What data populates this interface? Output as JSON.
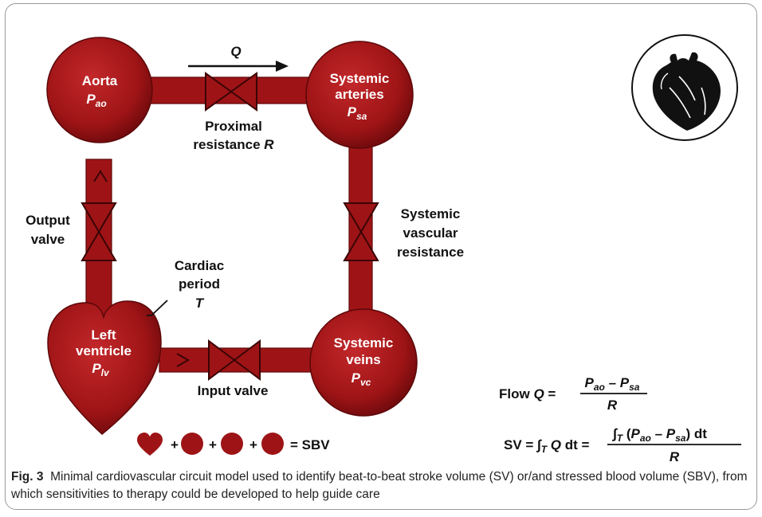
{
  "labels": {
    "flow_symbol": "Q",
    "aorta": "Aorta",
    "p_ao_main": "P",
    "p_ao_sub": "ao",
    "systemic_arteries_1": "Systemic",
    "systemic_arteries_2": "arteries",
    "p_sa_main": "P",
    "p_sa_sub": "sa",
    "proximal_resistance": "Proximal",
    "proximal_resistance_2": "resistance",
    "proximal_resistance_symbol": "R",
    "output_valve_1": "Output",
    "output_valve_2": "valve",
    "systemic_vascular_1": "Systemic",
    "systemic_vascular_2": "vascular",
    "systemic_vascular_3": "resistance",
    "cardiac_period_1": "Cardiac",
    "cardiac_period_2": "period",
    "cardiac_period_symbol": "T",
    "left_ventricle_1": "Left",
    "left_ventricle_2": "ventricle",
    "p_lv_main": "P",
    "p_lv_sub": "lv",
    "systemic_veins_1": "Systemic",
    "systemic_veins_2": "veins",
    "p_vc_main": "P",
    "p_vc_sub": "vc",
    "input_valve": "Input valve",
    "sbv_plus": "+",
    "sbv_equals": "= SBV"
  },
  "equations": {
    "flow_lhs": "Flow",
    "flow_q": "Q",
    "flow_eq": "=",
    "flow_num_p1": "P",
    "flow_num_sub1": "ao",
    "flow_num_minus": " – ",
    "flow_num_p2": "P",
    "flow_num_sub2": "sa",
    "flow_den": "R",
    "sv_lhs": "SV = ∫",
    "sv_sub_t": "T",
    "sv_q": "Q",
    "sv_dt": "dt =",
    "sv_num_int": "∫",
    "sv_num_sub_t": "T",
    "sv_num_open": "(",
    "sv_num_p1": "P",
    "sv_num_sub1": "ao",
    "sv_num_minus": " – ",
    "sv_num_p2": "P",
    "sv_num_sub2": "sa",
    "sv_num_close": ") dt",
    "sv_den": "R"
  },
  "caption": {
    "fig_label": "Fig. 3",
    "text": "Minimal cardiovascular circuit model used to identify beat-to-beat stroke volume (SV) or/and stressed blood volume (SBV), from which sensitivities to therapy could be developed to help guide care"
  },
  "icons": {
    "heart": "anatomical-heart-icon"
  },
  "colors": {
    "blood": "#9e1416",
    "blood_dark": "#7a0c0e",
    "ink": "#111111"
  }
}
